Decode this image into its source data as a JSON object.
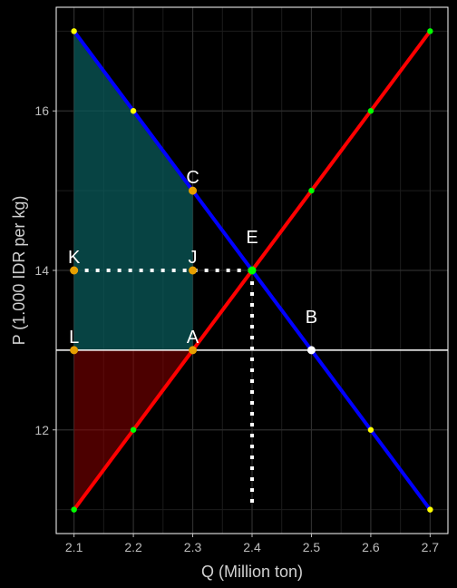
{
  "chart_data": {
    "type": "line",
    "xlabel": "Q (Million ton)",
    "ylabel": "P (1.000 IDR per kg)",
    "xlim": [
      2.07,
      2.73
    ],
    "ylim": [
      10.7,
      17.3
    ],
    "x_ticks": [
      "2.1",
      "2.2",
      "2.3",
      "2.4",
      "2.5",
      "2.6",
      "2.7"
    ],
    "y_ticks": [
      "12",
      "14",
      "16"
    ],
    "grid": true,
    "background": "#000000",
    "panel_border": "#ffffff",
    "series": [
      {
        "key": "demand",
        "color": "#0000ff",
        "marker_color": "#ffff00",
        "points": [
          [
            2.1,
            17
          ],
          [
            2.2,
            16
          ],
          [
            2.3,
            15
          ],
          [
            2.4,
            14
          ],
          [
            2.5,
            13
          ],
          [
            2.6,
            12
          ],
          [
            2.7,
            11
          ]
        ]
      },
      {
        "key": "supply",
        "color": "#ff0000",
        "marker_color": "#00ff00",
        "points": [
          [
            2.1,
            11
          ],
          [
            2.2,
            12
          ],
          [
            2.3,
            13
          ],
          [
            2.4,
            14
          ],
          [
            2.5,
            15
          ],
          [
            2.6,
            16
          ],
          [
            2.7,
            17
          ]
        ]
      }
    ],
    "price_line": {
      "y": 13,
      "color": "#ffffff"
    },
    "shaded_regions": [
      {
        "key": "consumer-area",
        "color": "#0a5a5a",
        "opacity": 0.75,
        "polygon": [
          [
            2.1,
            17
          ],
          [
            2.3,
            15
          ],
          [
            2.3,
            13
          ],
          [
            2.1,
            13
          ]
        ]
      },
      {
        "key": "producer-area",
        "color": "#8b0000",
        "opacity": 0.55,
        "polygon": [
          [
            2.1,
            13
          ],
          [
            2.3,
            13
          ],
          [
            2.1,
            11
          ]
        ]
      }
    ],
    "dotted_lines": [
      {
        "from": [
          2.1,
          14
        ],
        "to": [
          2.4,
          14
        ]
      },
      {
        "from": [
          2.4,
          14
        ],
        "to": [
          2.4,
          11
        ]
      }
    ],
    "labeled_points": [
      {
        "label": "C",
        "x": 2.3,
        "y": 15,
        "color": "#e69f00"
      },
      {
        "label": "E",
        "x": 2.4,
        "y": 14,
        "color": "#00ff00"
      },
      {
        "label": "K",
        "x": 2.1,
        "y": 14,
        "color": "#e69f00"
      },
      {
        "label": "J",
        "x": 2.3,
        "y": 14,
        "color": "#e69f00"
      },
      {
        "label": "B",
        "x": 2.5,
        "y": 13,
        "color": "#ffffff"
      },
      {
        "label": "L",
        "x": 2.1,
        "y": 13,
        "color": "#e69f00"
      },
      {
        "label": "A",
        "x": 2.3,
        "y": 13,
        "color": "#e69f00"
      }
    ]
  }
}
